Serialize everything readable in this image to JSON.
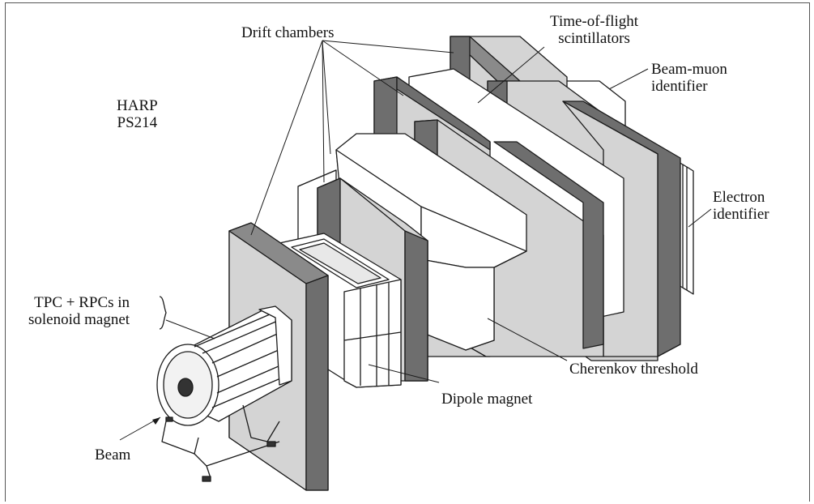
{
  "diagram": {
    "experiment": [
      "HARP",
      "PS214"
    ],
    "labels": {
      "drift_chambers": "Drift chambers",
      "tof": [
        "Time-of-flight",
        "scintillators"
      ],
      "beam_muon": [
        "Beam-muon",
        "identifier"
      ],
      "electron": [
        "Electron",
        "identifier"
      ],
      "tpc": [
        "TPC + RPCs in",
        "solenoid magnet"
      ],
      "cherenkov": "Cherenkov threshold",
      "dipole": "Dipole magnet",
      "beam": "Beam"
    },
    "colors": {
      "panel_front": "#d4d4d4",
      "panel_side": "#6e6e6e",
      "box_face": "#ffffff",
      "line": "#1a1a1a"
    }
  }
}
